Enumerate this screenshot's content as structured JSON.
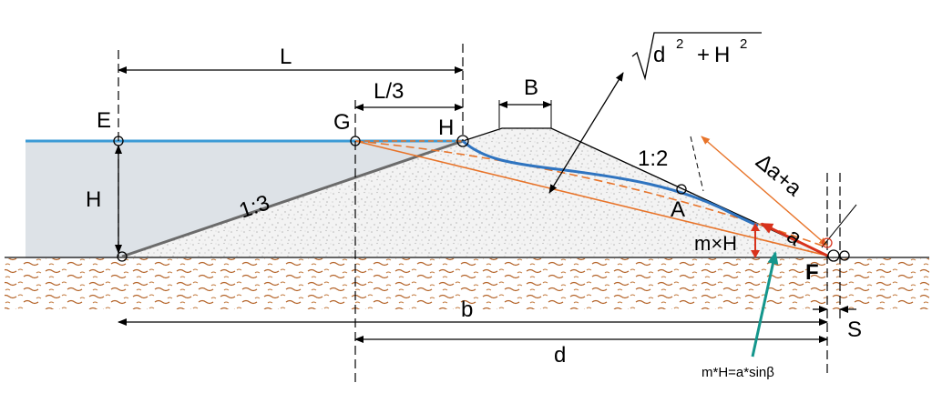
{
  "labels": {
    "L": "L",
    "L_third": "L/3",
    "B": "B",
    "E": "E",
    "G": "G",
    "H_point": "H",
    "H_height": "H",
    "slope_upstream": "1:3",
    "slope_downstream": "1:2",
    "A": "A",
    "F": "F",
    "a": "a",
    "delta_a_plus_a": "Δa+a",
    "m_times_H": "m×H",
    "b": "b",
    "d": "d",
    "S": "S",
    "formula_bottom": "m*H=a*sinβ",
    "sqrt_d": "d",
    "sqrt_H": "H",
    "sqrt_exp1": "2",
    "sqrt_exp2": "2",
    "sqrt_plus": "+"
  },
  "colors": {
    "water_line": "#3b9ad6",
    "water_fill": "#dde2e7",
    "phreatic_line": "#2f74c0",
    "orange": "#e8742a",
    "red_arrow": "#d8321c",
    "teal_arrow": "#14968c",
    "soil": "#b5652b",
    "embankment_speckle": "#c9c9c9",
    "upstream_slope": "#6b6b6b"
  }
}
